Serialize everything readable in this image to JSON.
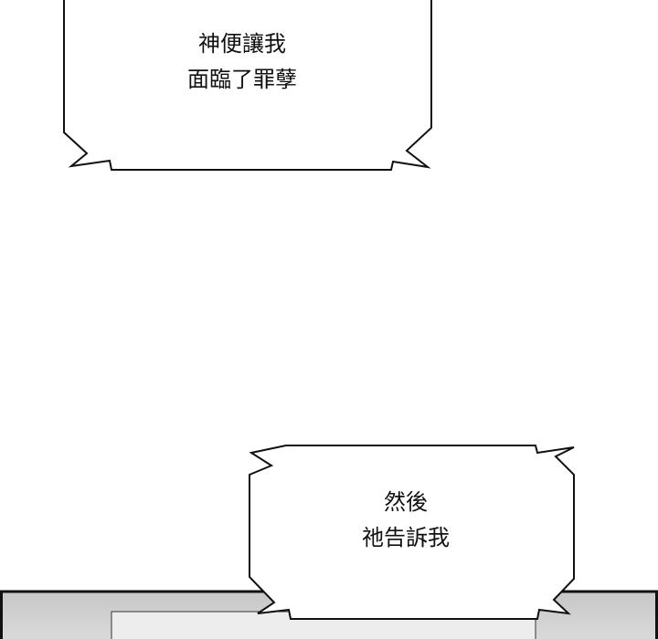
{
  "bubbles": [
    {
      "lines": [
        "神便讓我",
        "面臨了罪孽"
      ]
    },
    {
      "lines": [
        "然後",
        "祂告訴我"
      ]
    }
  ],
  "colors": {
    "panel_gray": "#c9c9c9",
    "inner_box": "#ececec",
    "ink": "#111111"
  }
}
